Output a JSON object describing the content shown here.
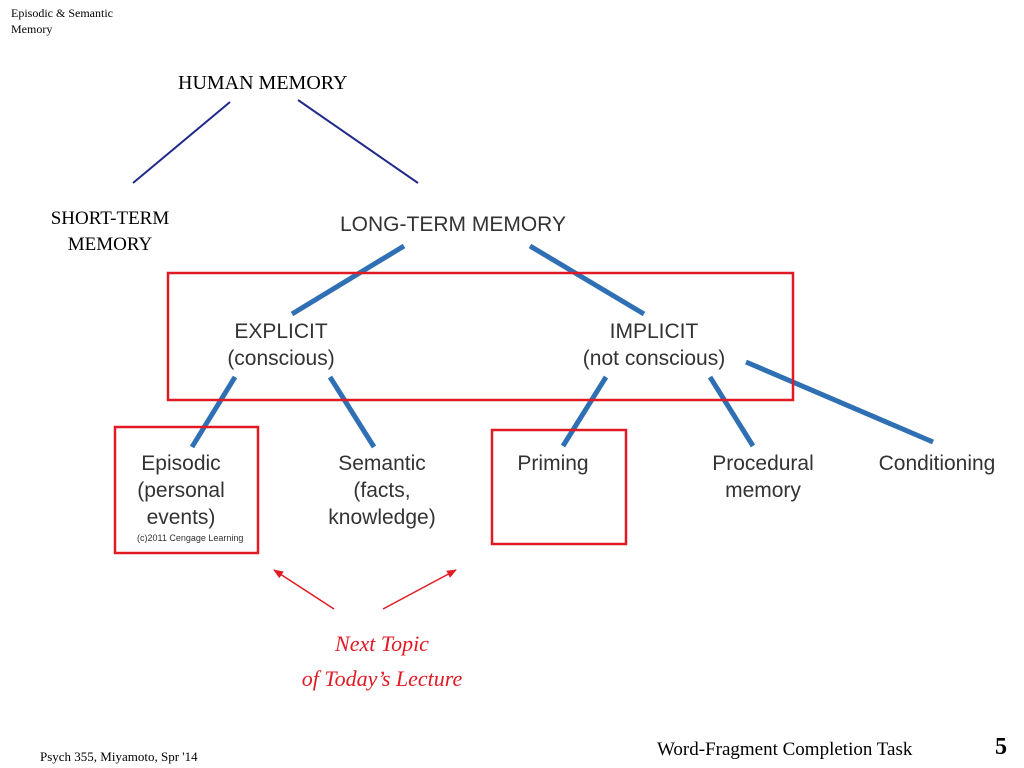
{
  "header": {
    "title_line1": "Episodic & Semantic",
    "title_line2": "Memory"
  },
  "diagram": {
    "root": "HUMAN MEMORY",
    "short_term_line1": "SHORT-TERM",
    "short_term_line2": "MEMORY",
    "long_term": "LONG-TERM MEMORY",
    "explicit": {
      "title": "EXPLICIT",
      "subtitle": "(conscious)"
    },
    "implicit": {
      "title": "IMPLICIT",
      "subtitle": "(not conscious)"
    },
    "episodic": {
      "line1": "Episodic",
      "line2": "(personal",
      "line3": "events)"
    },
    "semantic": {
      "line1": "Semantic",
      "line2": "(facts,",
      "line3": "knowledge)"
    },
    "priming": "Priming",
    "procedural": {
      "line1": "Procedural",
      "line2": "memory"
    },
    "conditioning": "Conditioning",
    "copyright": "(c)2011 Cengage Learning"
  },
  "annotation": {
    "line1": "Next Topic",
    "line2": "of Today’s Lecture"
  },
  "footer": {
    "course": "Psych 355, Miyamoto, Spr '14",
    "slide_title": "Word-Fragment Completion Task",
    "page_number": "5"
  },
  "colors": {
    "connector_navy": "#1f2a8a",
    "connector_blue": "#2f6fb4",
    "highlight_red": "#e01b24"
  }
}
